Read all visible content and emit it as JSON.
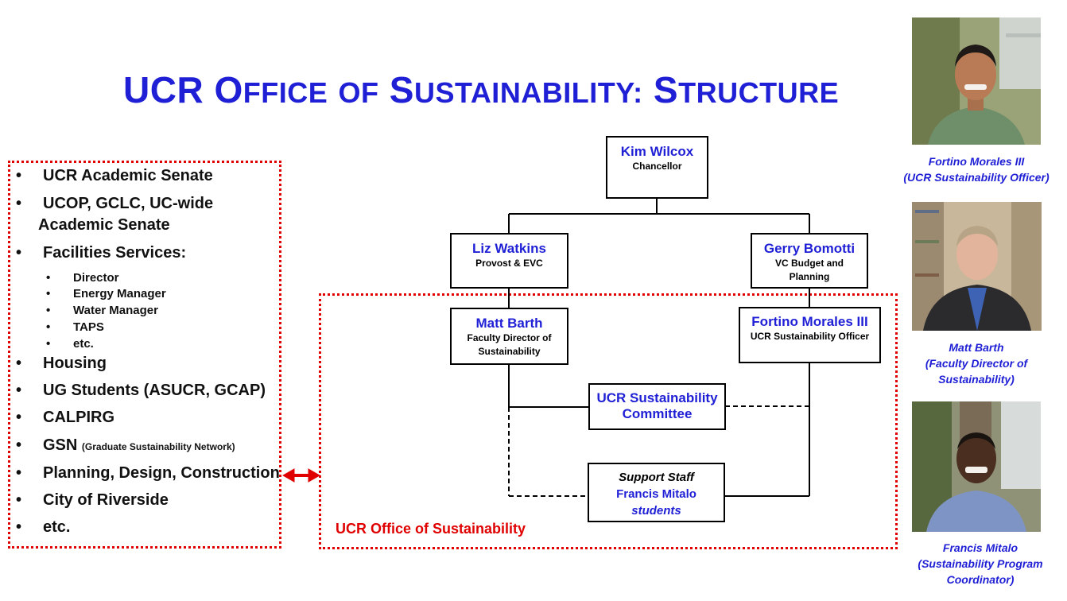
{
  "title": {
    "w1_first": "UCR",
    "w2_first": "O",
    "w2_rest": "FFICE",
    "w3": "OF",
    "w4_first": "S",
    "w4_rest": "USTAINABILITY:",
    "w5_first": "S",
    "w5_rest": "TRUCTURE"
  },
  "left_list": {
    "items": [
      "UCR Academic Senate",
      "UCOP, GCLC, UC-wide",
      "Academic Senate",
      "Facilities Services:",
      "Director",
      "Energy Manager",
      "Water Manager",
      "TAPS",
      "etc.",
      "Housing",
      "UG Students (ASUCR, GCAP)",
      "CALPIRG",
      "GSN",
      "(Graduate Sustainability Network)",
      "Planning, Design, Construction",
      "City of Riverside",
      "etc."
    ],
    "bullet": "•"
  },
  "org": {
    "chancellor": {
      "name": "Kim Wilcox",
      "role": "Chancellor"
    },
    "provost": {
      "name": "Liz Watkins",
      "role": "Provost & EVC"
    },
    "vc_budget": {
      "name": "Gerry Bomotti",
      "role1": "VC Budget and",
      "role2": "Planning"
    },
    "faculty_director": {
      "name": "Matt Barth",
      "role1": "Faculty Director of",
      "role2": "Sustainability"
    },
    "sustainability_officer": {
      "name": "Fortino Morales III",
      "role": "UCR Sustainability Officer"
    },
    "committee": {
      "line1": "UCR Sustainability",
      "line2": "Committee"
    },
    "support": {
      "line1": "Support Staff",
      "line2": "Francis Mitalo",
      "line3": "students"
    },
    "office_label": "UCR Office of Sustainability"
  },
  "people": [
    {
      "line1": "Fortino Morales III",
      "line2": "(UCR Sustainability Officer)",
      "line3": ""
    },
    {
      "line1": "Matt Barth",
      "line2": "(Faculty Director of",
      "line3": "Sustainability)"
    },
    {
      "line1": "Francis Mitalo",
      "line2": "(Sustainability Program",
      "line3": "Coordinator)"
    }
  ],
  "colors": {
    "title_blue": "#1f1fd6",
    "dotted_red": "#e00000",
    "arrow_red": "#e00000"
  }
}
